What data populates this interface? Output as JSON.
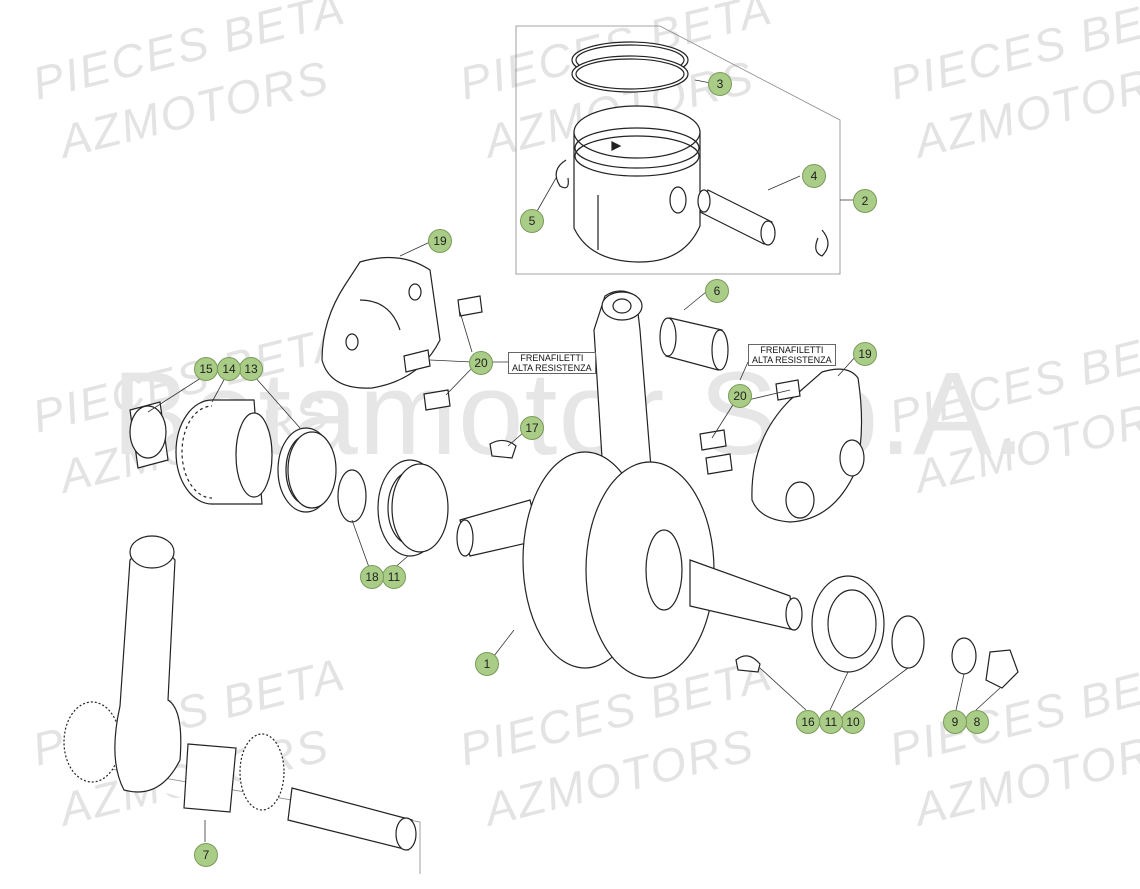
{
  "watermarks": {
    "top_left_1": "PIECES BETA",
    "top_left_2": "AZMOTORS",
    "top_mid_1": "PIECES BETA",
    "top_mid_2": "AZMOTORS",
    "top_right_1": "PIECES BETA",
    "top_right_2": "AZMOTORS",
    "mid_left_1": "PIECES BETA",
    "mid_left_2": "AZMOTORS",
    "mid_right_1": "PIECES BETA",
    "mid_right_2": "AZMOTORS",
    "bot_left_1": "PIECES BETA",
    "bot_left_2": "AZMOTORS",
    "bot_mid_1": "PIECES BETA",
    "bot_mid_2": "AZMOTORS",
    "bot_right_1": "PIECES BETA",
    "bot_right_2": "AZMOTORS",
    "center": "Betamotor S.p.A."
  },
  "notes": {
    "left_line1": "FRENAFILETTI",
    "left_line2": "ALTA RESISTENZA",
    "right_line1": "FRENAFILETTI",
    "right_line2": "ALTA RESISTENZA"
  },
  "callouts": {
    "c1": "1",
    "c2": "2",
    "c3": "3",
    "c4": "4",
    "c5": "5",
    "c6": "6",
    "c7": "7",
    "c8": "8",
    "c9": "9",
    "c10": "10",
    "c11a": "11",
    "c11b": "11",
    "c13": "13",
    "c14": "14",
    "c15": "15",
    "c16": "16",
    "c17": "17",
    "c18": "18",
    "c19a": "19",
    "c19b": "19",
    "c20a": "20",
    "c20b": "20"
  },
  "colors": {
    "callout_fill": "#a9cd86",
    "line": "#222222",
    "watermark": "#e3e3e3"
  }
}
